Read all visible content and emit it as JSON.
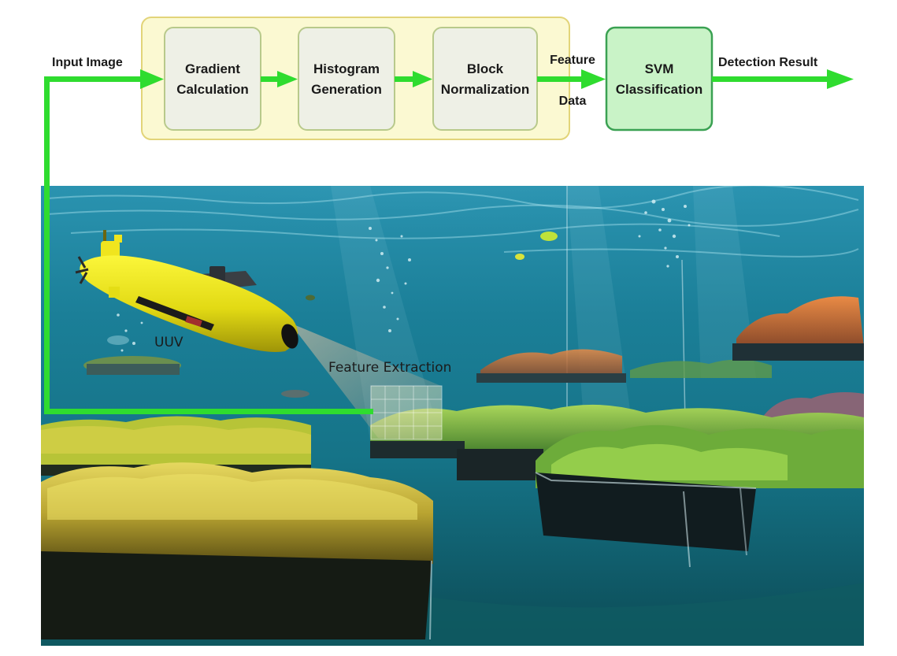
{
  "pipeline": {
    "input_label": "Input Image",
    "steps": [
      {
        "line1": "Gradient",
        "line2": "Calculation"
      },
      {
        "line1": "Histogram",
        "line2": "Generation"
      },
      {
        "line1": "Block",
        "line2": "Normalization"
      }
    ],
    "feature_label_1": "Feature",
    "feature_label_2": "Data",
    "classifier": {
      "line1": "SVM",
      "line2": "Classification"
    },
    "output_label": "Detection Result"
  },
  "scene": {
    "vehicle_label": "UUV",
    "region_label": "Feature Extraction"
  },
  "colors": {
    "arrow": "#2fdc2f",
    "feature_group_fill": "#fbf9d2",
    "feature_group_border": "#e2d479",
    "step_fill": "#eef0e6",
    "step_border": "#b8c98b",
    "svm_fill": "#c9f3c7",
    "svm_border": "#3aa152",
    "water_top": "#1a7a99",
    "water_bottom": "#0d4d57",
    "uuv_body": "#e6e017"
  }
}
